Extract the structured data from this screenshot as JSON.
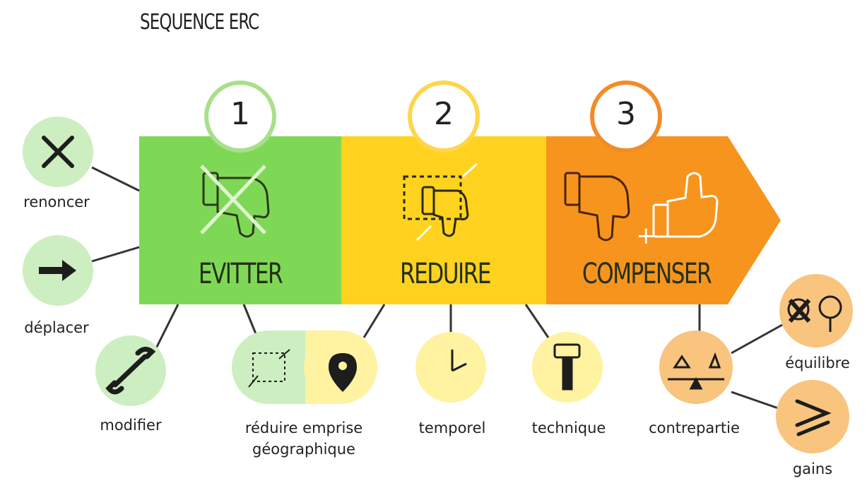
{
  "title": "SEQUENCE ERC",
  "steps": [
    {
      "number": "1",
      "label": "EVITTER",
      "color": "#7fd855",
      "ring": "#a8e08a"
    },
    {
      "number": "2",
      "label": "REDUIRE",
      "color": "#ffd21f",
      "ring": "#ffd54a"
    },
    {
      "number": "3",
      "label": "COMPENSER",
      "color": "#f7941d",
      "ring": "#f28c28"
    }
  ],
  "eviter_options": [
    {
      "label": "renoncer",
      "icon": "cross-icon"
    },
    {
      "label": "déplacer",
      "icon": "arrow-right-icon"
    },
    {
      "label": "modifier",
      "icon": "wrench-icon"
    }
  ],
  "reduire_options": [
    {
      "label": "réduire emprise",
      "label2": "géographique",
      "icon": "map-pin-icon"
    },
    {
      "label": "temporel",
      "icon": "clock-hands-icon"
    },
    {
      "label": "technique",
      "icon": "hammer-icon"
    }
  ],
  "compenser_options": [
    {
      "label": "contrepartie",
      "icon": "balance-scale-icon"
    },
    {
      "label": "équilibre",
      "icon": "trees-icon"
    },
    {
      "label": "gains",
      "icon": "greater-equal-icon"
    }
  ],
  "colors": {
    "light_green": "#cdeec0",
    "light_yellow": "#fff2a0",
    "light_orange": "#f8c47e"
  }
}
